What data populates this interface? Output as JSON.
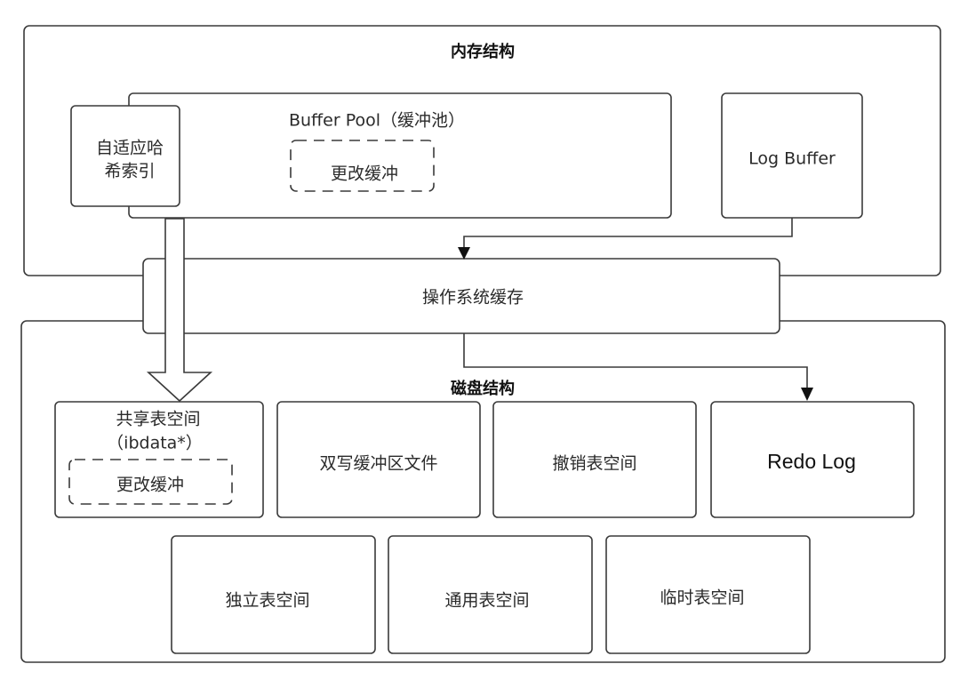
{
  "memory": {
    "title": "内存结构",
    "buffer_pool": {
      "title": "Buffer Pool（缓冲池）",
      "change_buffer": "更改缓冲"
    },
    "adaptive_hash": {
      "line1": "自适应哈",
      "line2": "希索引"
    },
    "log_buffer": "Log Buffer"
  },
  "os_cache": "操作系统缓存",
  "disk": {
    "title": "磁盘结构",
    "system_tablespace": {
      "line1": "共享表空间",
      "line2": "（ibdata*）",
      "change_buffer": "更改缓冲"
    },
    "doublewrite": "双写缓冲区文件",
    "undo": "撤销表空间",
    "redo_log": "Redo Log",
    "file_per_table": "独立表空间",
    "general": "通用表空间",
    "temporary": "临时表空间"
  },
  "edges": [
    {
      "from": "log_buffer",
      "to": "os_cache"
    },
    {
      "from": "os_cache",
      "to": "redo_log"
    },
    {
      "from": "buffer_pool",
      "to": "system_tablespace"
    }
  ]
}
